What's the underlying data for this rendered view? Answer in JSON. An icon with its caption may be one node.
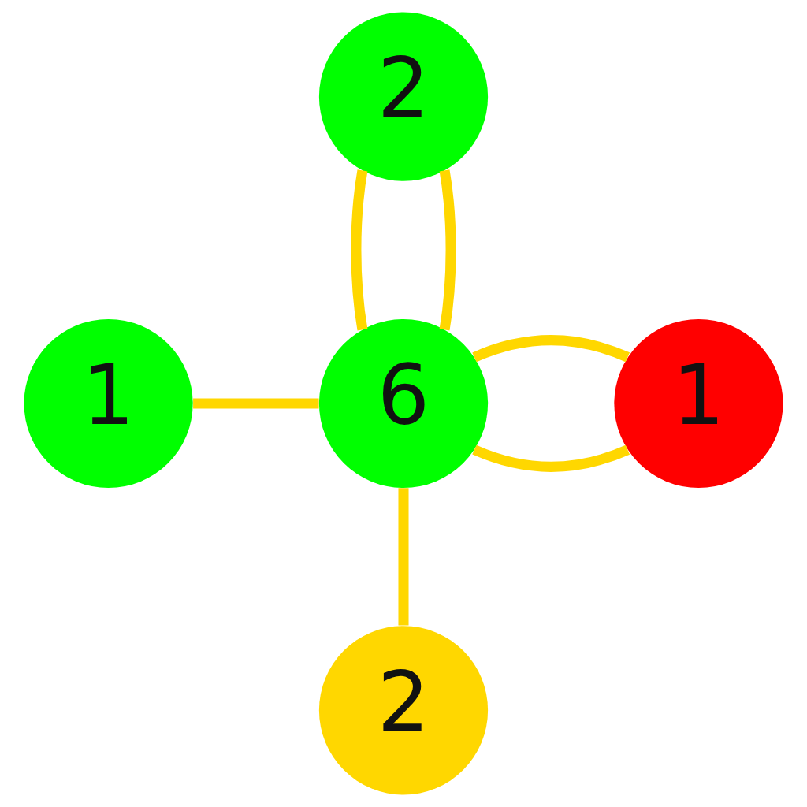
{
  "diagram": {
    "nodes": [
      {
        "text": [
          "2"
        ]
      },
      {
        "text": [
          "1"
        ]
      },
      {
        "text": [
          "6"
        ]
      },
      {
        "text": [
          "1"
        ]
      },
      {
        "text": [
          "2"
        ]
      }
    ],
    "edges": [
      {
        "from": 0,
        "to": 2,
        "arrow": "none"
      },
      {
        "from": 0,
        "to": 2,
        "arrow": "none"
      },
      {
        "from": 1,
        "to": 2,
        "arrow": "none"
      },
      {
        "from": 2,
        "to": 3,
        "arrow": "none"
      },
      {
        "from": 2,
        "to": 3,
        "arrow": "none"
      },
      {
        "from": 2,
        "to": 4,
        "arrow": "none"
      }
    ]
  }
}
